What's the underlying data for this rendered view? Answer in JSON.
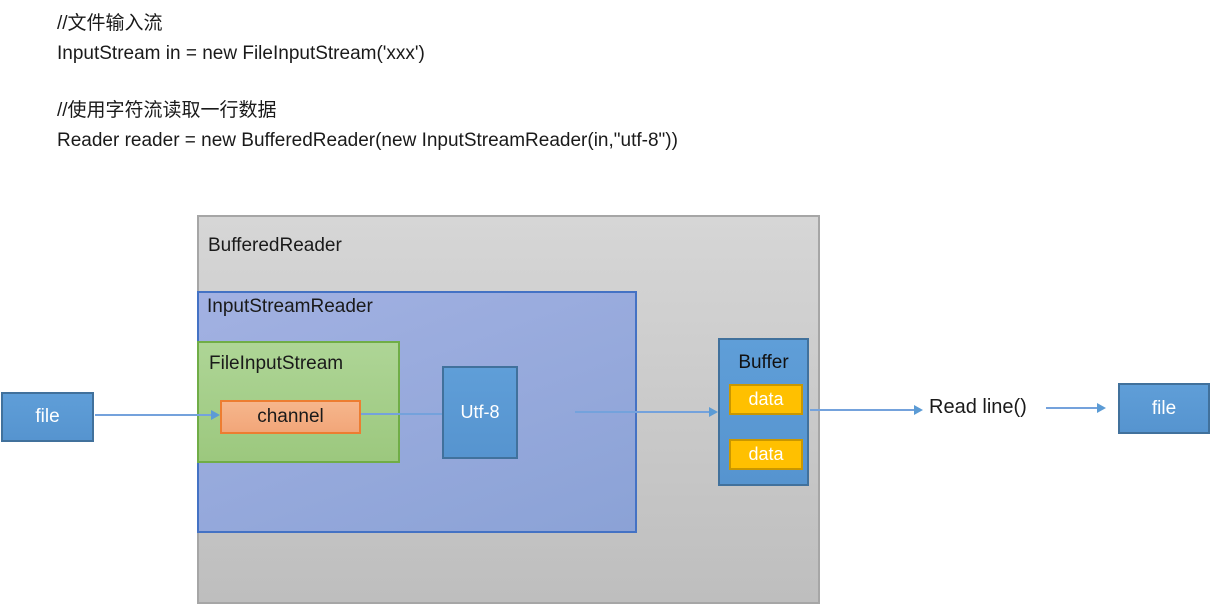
{
  "code_block": {
    "comment1": "//文件输入流",
    "line1": "InputStream in = new FileInputStream('xxx')",
    "comment2": "//使用字符流读取一行数据",
    "line2": "Reader reader = new BufferedReader(new InputStreamReader(in,\"utf-8\"))"
  },
  "diagram": {
    "outer_box_label": "BufferedReader",
    "reader_box_label": "InputStreamReader",
    "stream_box_label": "FileInputStream",
    "channel_label": "channel",
    "utf8_label": "Utf-8",
    "buffer_label": "Buffer",
    "data_items": [
      "data",
      "data"
    ],
    "source_file_label": "file",
    "dest_file_label": "file",
    "read_line_label": "Read line()"
  },
  "colors": {
    "accent_blue_fill": "#5B9BD5",
    "accent_blue_border": "#41719C",
    "light_blue_fill": "#93A9DC",
    "light_blue_border": "#4472C4",
    "green_fill": "#A6CF8C",
    "green_border": "#70AD47",
    "orange_fill": "#F4B183",
    "orange_border": "#ED7D31",
    "yellow_fill": "#FFC000",
    "yellow_border": "#C99700",
    "gray_fill": "#CCCCCC",
    "gray_border": "#A6A6A6",
    "arrow_color": "#74A2DC",
    "text_dark": "#1A1A1A",
    "text_white": "#FFFFFF"
  }
}
